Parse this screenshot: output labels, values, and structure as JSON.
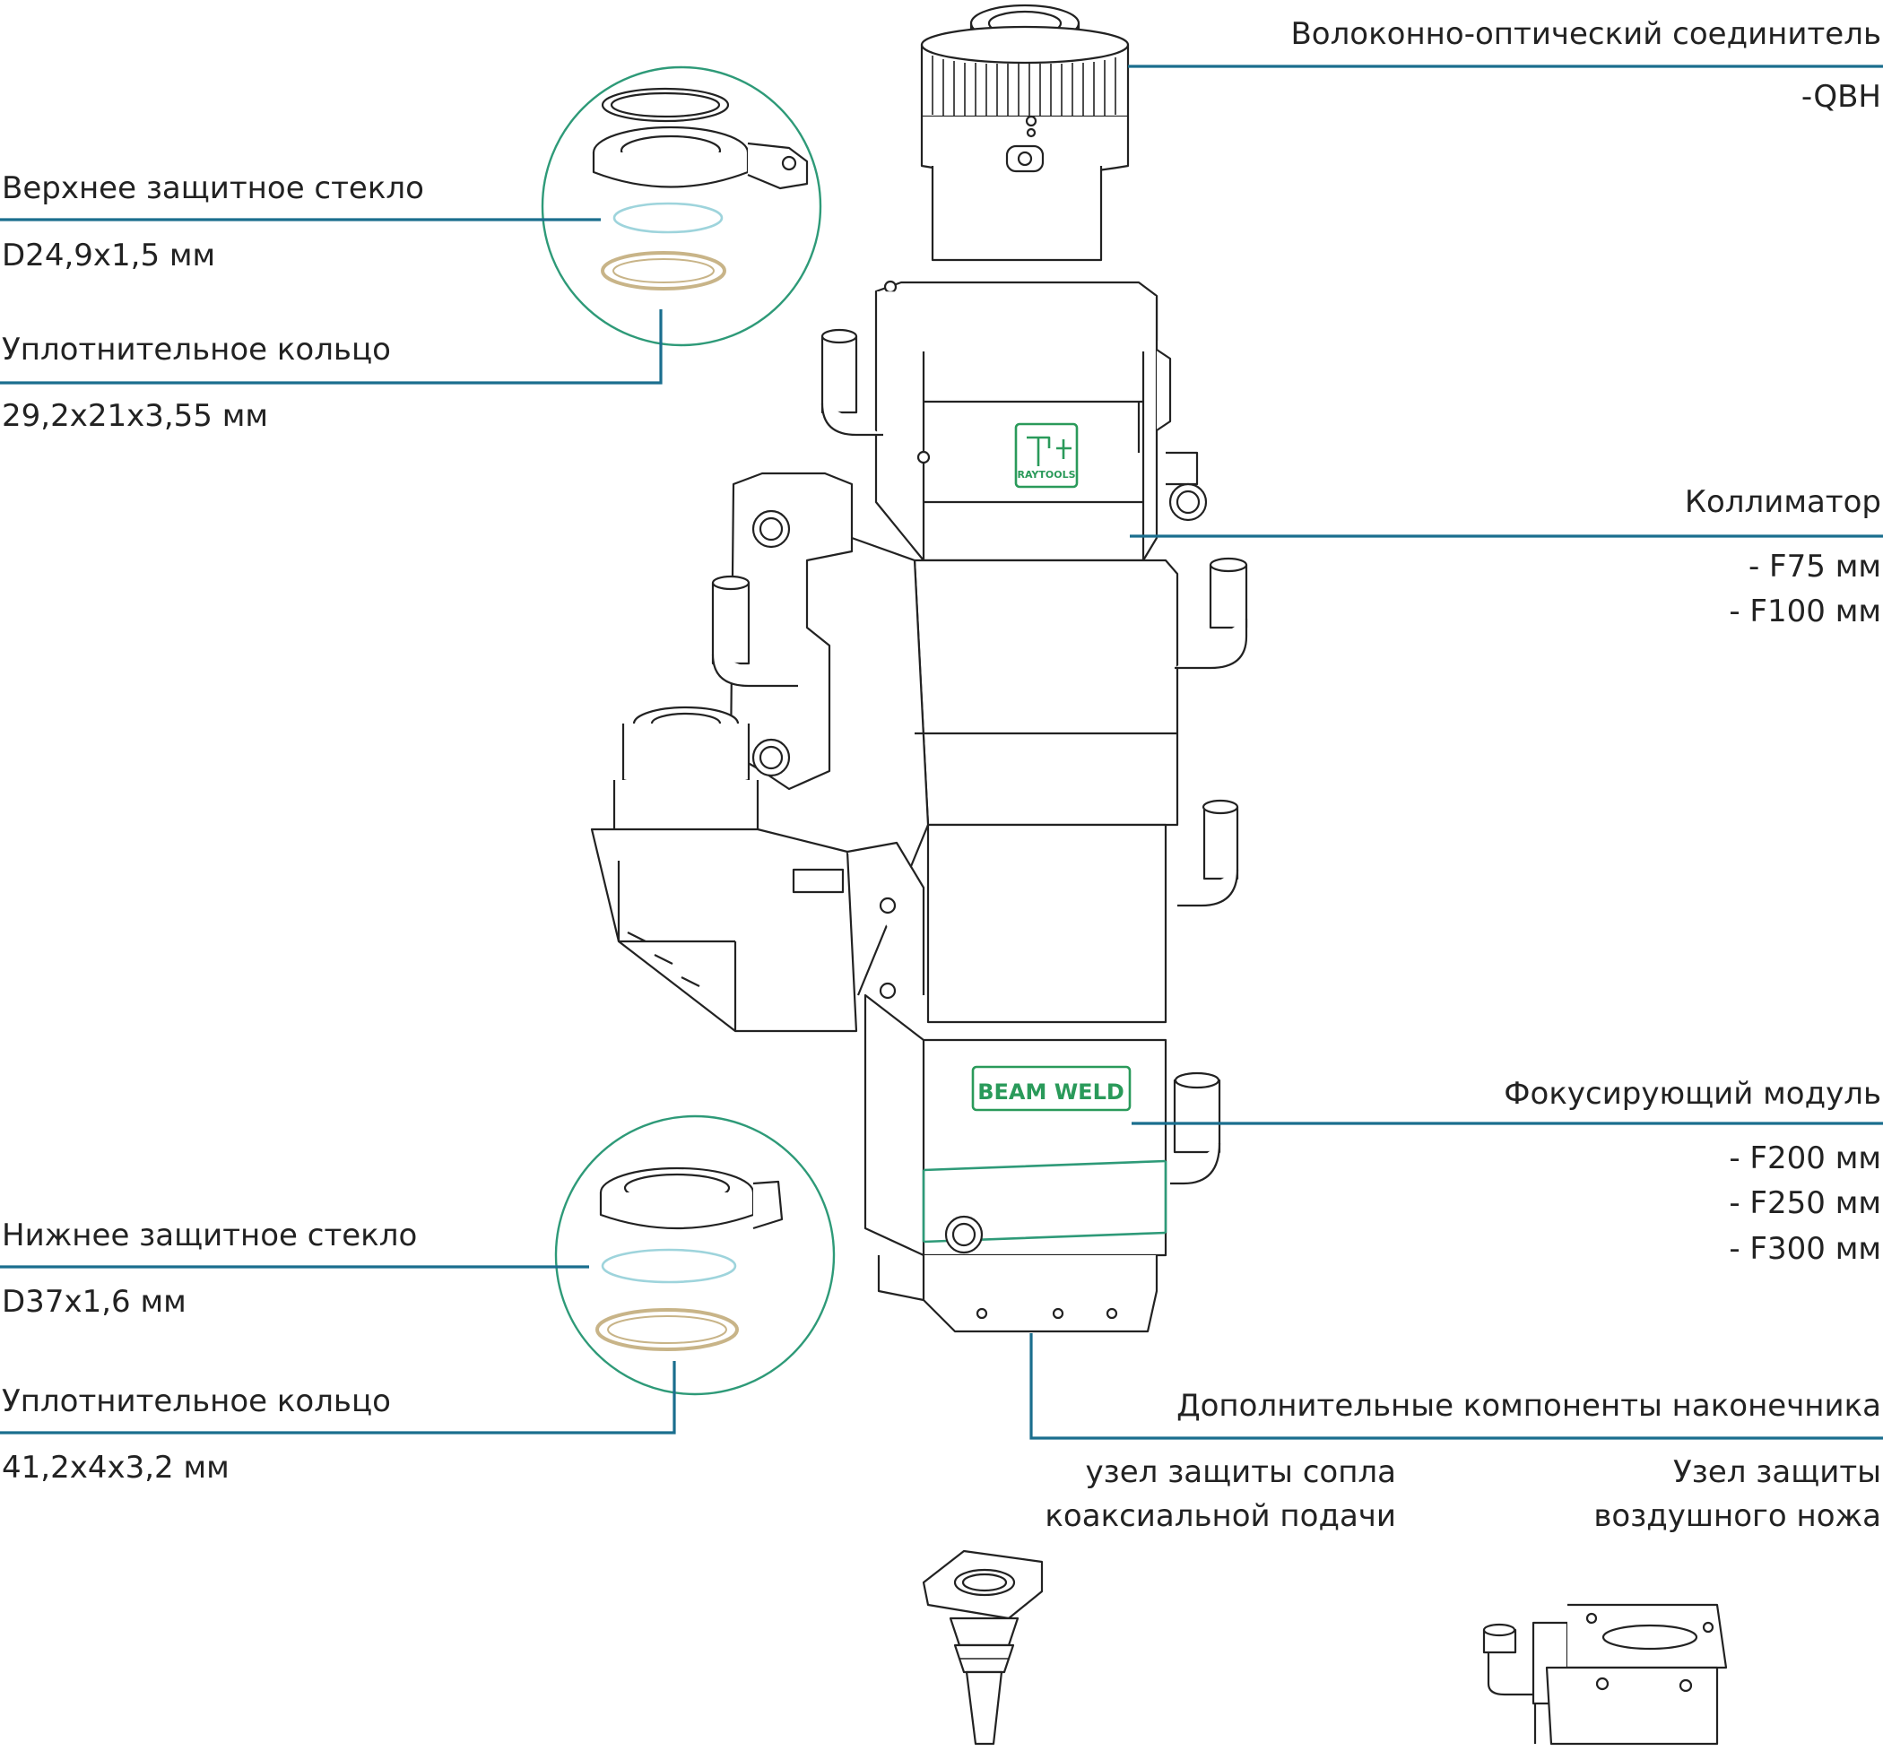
{
  "colors": {
    "leader": "#1a6e8e",
    "line_art": "#222222",
    "callout_circle": "#2e9a78",
    "brand_green": "#2a9a5a",
    "glass": "#9ed4dc",
    "seal": "#c8b488"
  },
  "labels": {
    "fiber_connector": {
      "title": "Волоконно-оптический соединитель",
      "spec": "-QBH"
    },
    "upper_glass": {
      "title": "Верхнее защитное стекло",
      "spec": "D24,9x1,5 мм"
    },
    "upper_seal": {
      "title": "Уплотнительное кольцо",
      "spec": "29,2x21x3,55 мм"
    },
    "collimator": {
      "title": "Коллиматор",
      "specs": [
        "- F75 мм",
        "- F100 мм"
      ]
    },
    "focusing": {
      "title": "Фокусирующий модуль",
      "specs": [
        "- F200 мм",
        "- F250 мм",
        "- F300 мм"
      ]
    },
    "lower_glass": {
      "title": "Нижнее защитное стекло",
      "spec": "D37x1,6 мм"
    },
    "lower_seal": {
      "title": "Уплотнительное кольцо",
      "spec": "41,2x4x3,2 мм"
    },
    "nozzle": {
      "title": "Дополнительные компоненты наконечника",
      "coaxial": [
        "узел защиты сопла",
        "коаксиальной подачи"
      ],
      "airknife": [
        "Узел защиты",
        "воздушного ножа"
      ]
    }
  },
  "brand": {
    "logo_text": "RAYTOOLS",
    "plate_text": "BEAM WELD"
  },
  "icons": [
    "fiber-connector-icon",
    "protective-glass-icon",
    "seal-ring-icon",
    "coaxial-nozzle-icon",
    "air-knife-icon"
  ]
}
